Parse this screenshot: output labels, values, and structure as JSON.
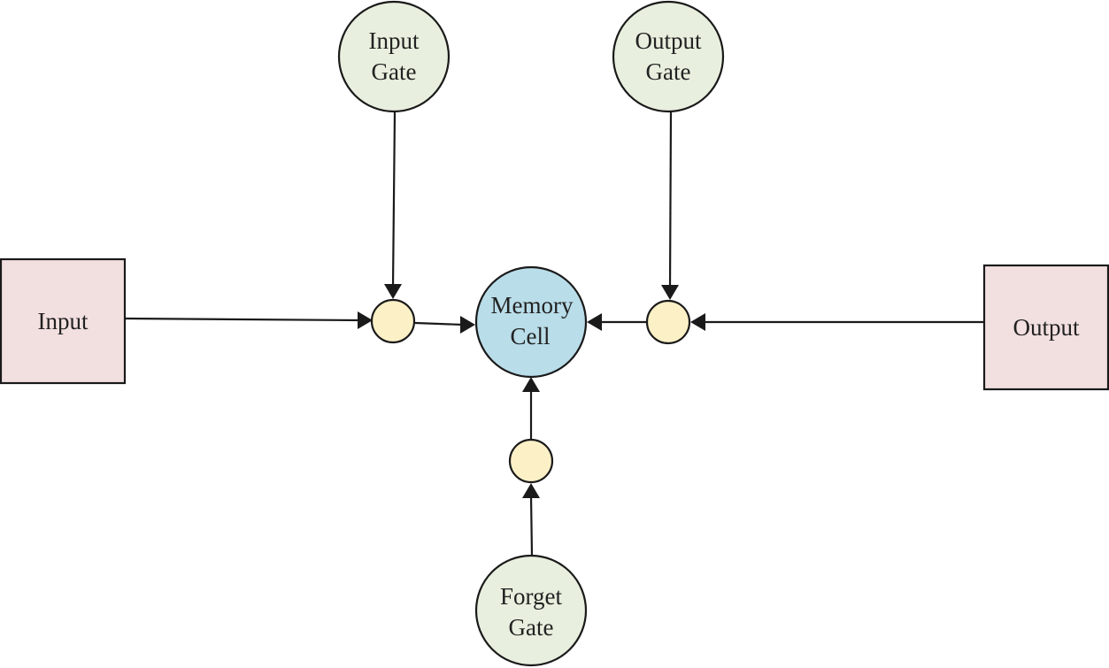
{
  "nodes": {
    "input_box": {
      "label": "Input"
    },
    "output_box": {
      "label": "Output"
    },
    "input_gate": {
      "line1": "Input",
      "line2": "Gate"
    },
    "output_gate": {
      "line1": "Output",
      "line2": "Gate"
    },
    "forget_gate": {
      "line1": "Forget",
      "line2": "Gate"
    },
    "memory_cell": {
      "line1": "Memory",
      "line2": "Cell"
    }
  },
  "colors": {
    "terminal_box_fill": "#f2dfe0",
    "gate_fill": "#e8efde",
    "memory_cell_fill": "#b9dde9",
    "multiplier_fill": "#fbf0c6",
    "stroke": "#1a1a1a"
  }
}
